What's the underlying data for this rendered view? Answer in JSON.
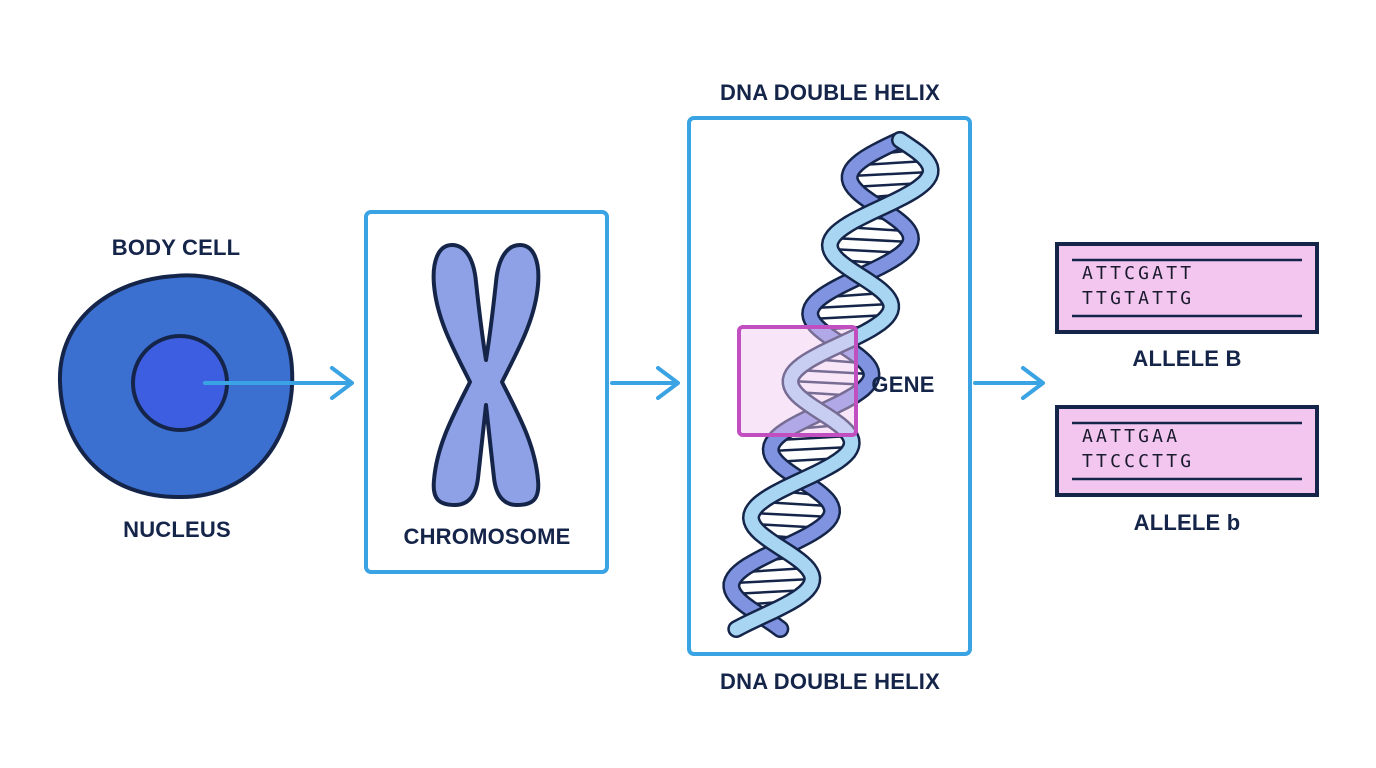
{
  "labels": {
    "body_cell": "BODY CELL",
    "nucleus": "NUCLEUS",
    "chromosome": "CHROMOSOME",
    "dna_top": "DNA DOUBLE HELIX",
    "dna_bottom": "DNA DOUBLE HELIX",
    "gene": "GENE",
    "allele_b_upper": "ALLELE B",
    "allele_b_lower": "ALLELE b"
  },
  "alleles": [
    {
      "strand1": "ATTCGATT",
      "strand2": "TTGTATTG"
    },
    {
      "strand1": "AATTGAA",
      "strand2": "TTCCCTTG"
    }
  ],
  "colors": {
    "frame": "#3aa3e3",
    "arrow": "#3aa3e3",
    "outline": "#15254a",
    "cell_fill": "#3b6fd0",
    "nucleus_fill": "#3d5ee0",
    "chromosome_fill": "#8ea1e6",
    "helix_light": "#a8d6f2",
    "helix_dark": "#7f93e0",
    "gene_box": "#c24fc0",
    "gene_fill": "#f0c6f0",
    "allele_fill": "#f2c6ee"
  }
}
